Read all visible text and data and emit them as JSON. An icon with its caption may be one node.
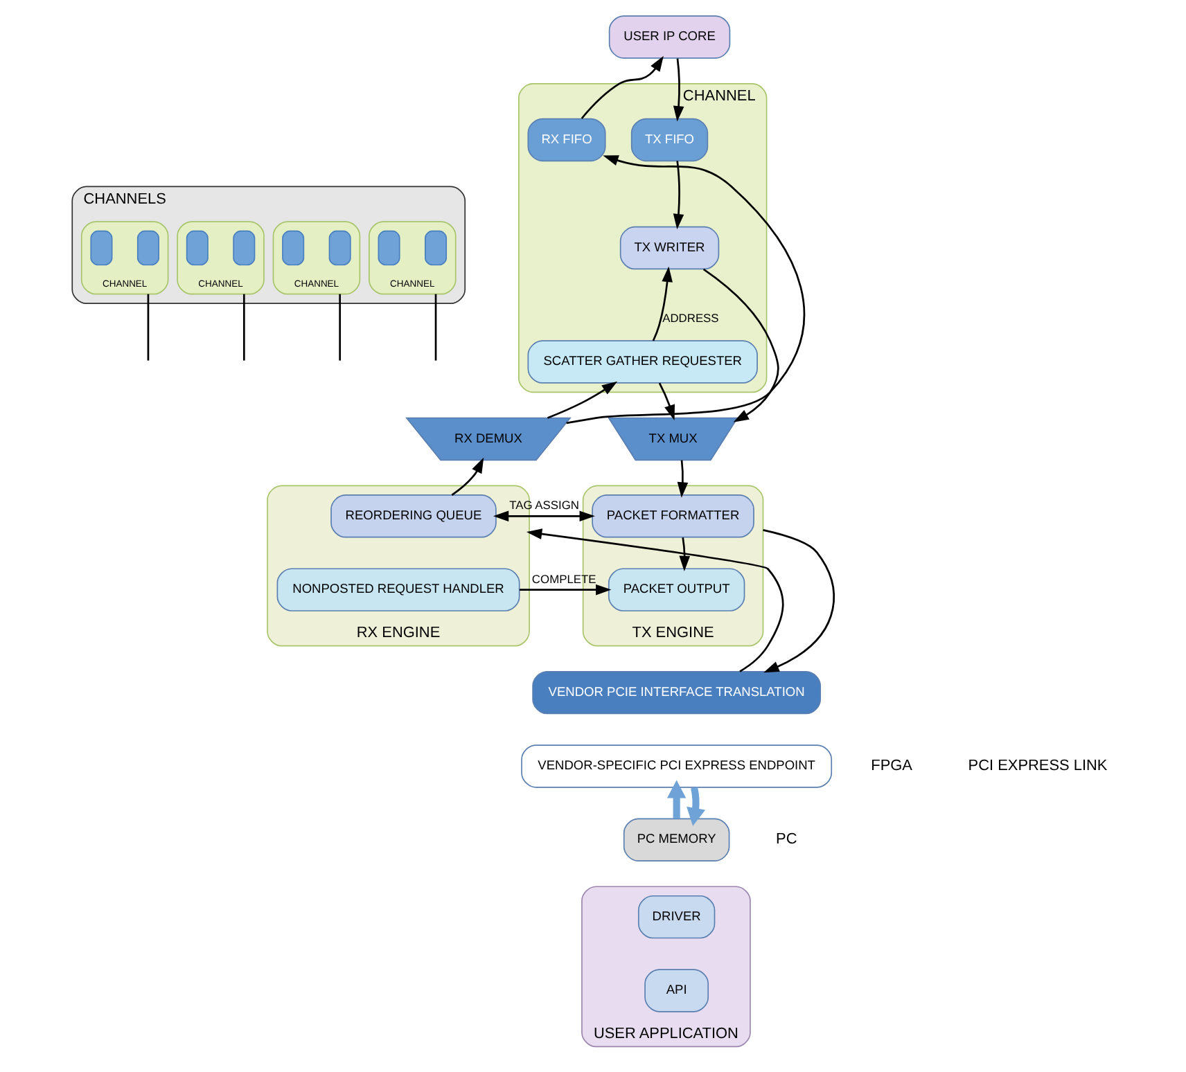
{
  "diagram": {
    "nodes": [
      {
        "text": [
          "CHANNELS"
        ]
      },
      {
        "text": [
          "CHANNEL"
        ],
        "in": 0
      },
      {
        "text": [],
        "shape": "box",
        "in": 1
      },
      {
        "text": [],
        "shape": "box",
        "in": 1
      },
      {
        "text": [
          "CHANNEL"
        ],
        "in": 0
      },
      {
        "text": [],
        "shape": "box",
        "in": 4
      },
      {
        "text": [],
        "shape": "box",
        "in": 4
      },
      {
        "text": [
          "CHANNEL"
        ],
        "in": 0
      },
      {
        "text": [],
        "shape": "box",
        "in": 7
      },
      {
        "text": [],
        "shape": "box",
        "in": 7
      },
      {
        "text": [
          "CHANNEL"
        ],
        "in": 0
      },
      {
        "text": [],
        "shape": "box",
        "in": 10
      },
      {
        "text": [],
        "shape": "box",
        "in": 10
      },
      {
        "text": [
          "USER IP CORE"
        ]
      },
      {
        "text": [
          "CHANNEL"
        ]
      },
      {
        "text": [
          "RX FIFO"
        ],
        "in": 14
      },
      {
        "text": [
          "TX FIFO"
        ],
        "in": 14
      },
      {
        "text": [
          "TX WRITER"
        ],
        "in": 14
      },
      {
        "text": [
          "SCATTER GATHER REQUESTER"
        ],
        "in": 14
      },
      {
        "text": [
          "RX DEMUX"
        ]
      },
      {
        "text": [
          "TX MUX"
        ]
      },
      {
        "text": [
          "RX ENGINE"
        ]
      },
      {
        "text": [
          "REORDERING QUEUE"
        ],
        "in": 21
      },
      {
        "text": [
          "NONPOSTED REQUEST HANDLER"
        ],
        "in": 21
      },
      {
        "text": [
          "TX ENGINE"
        ]
      },
      {
        "text": [
          "PACKET FORMATTER"
        ],
        "in": 24
      },
      {
        "text": [
          "PACKET OUTPUT"
        ],
        "in": 24
      },
      {
        "text": [
          "VENDOR PCIE INTERFACE TRANSLATION"
        ]
      },
      {
        "text": [
          "VENDOR-SPECIFIC PCI EXPRESS ENDPOINT"
        ]
      },
      {
        "text": [
          "PC MEMORY"
        ]
      },
      {
        "text": [
          "USER APPLICATION"
        ]
      },
      {
        "text": [
          "DRIVER"
        ],
        "in": 30
      },
      {
        "text": [
          "API"
        ],
        "in": 30
      }
    ],
    "edges": [
      {
        "from": 15,
        "to": 13,
        "arrow": "to"
      },
      {
        "from": 13,
        "to": 16,
        "arrow": "to"
      },
      {
        "from": 16,
        "to": 17,
        "arrow": "to"
      },
      {
        "from": 18,
        "to": 17,
        "arrow": "to",
        "label": "ADDRESS"
      },
      {
        "from": 19,
        "to": 15,
        "arrow": "to"
      },
      {
        "from": 19,
        "to": 18,
        "arrow": "to"
      },
      {
        "from": 18,
        "to": 20,
        "arrow": "to"
      },
      {
        "from": 17,
        "to": 20,
        "arrow": "to"
      },
      {
        "from": 22,
        "to": 19,
        "arrow": "to"
      },
      {
        "from": 20,
        "to": 25,
        "arrow": "to"
      },
      {
        "from": 22,
        "to": 25,
        "arrow": "both",
        "label": "TAG ASSIGN"
      },
      {
        "from": 23,
        "to": 26,
        "arrow": "to",
        "label": "COMPLETE"
      },
      {
        "from": 25,
        "to": 26,
        "arrow": "to"
      },
      {
        "from": 27,
        "to": 21,
        "arrow": "to"
      },
      {
        "from": 24,
        "to": 27,
        "arrow": "to"
      },
      {
        "from": 29,
        "to": 28,
        "arrow": "to",
        "style": "thick",
        "color": "#6fa3d8"
      },
      {
        "from": 28,
        "to": 29,
        "arrow": "to",
        "style": "thick",
        "color": "#6fa3d8"
      },
      {
        "from": 1,
        "to": null,
        "arrow": "none"
      },
      {
        "from": 4,
        "to": null,
        "arrow": "none"
      },
      {
        "from": 7,
        "to": null,
        "arrow": "none"
      },
      {
        "from": 10,
        "to": null,
        "arrow": "none"
      }
    ],
    "labels": [
      "FPGA",
      "PC",
      "PCI EXPRESS LINK"
    ]
  }
}
